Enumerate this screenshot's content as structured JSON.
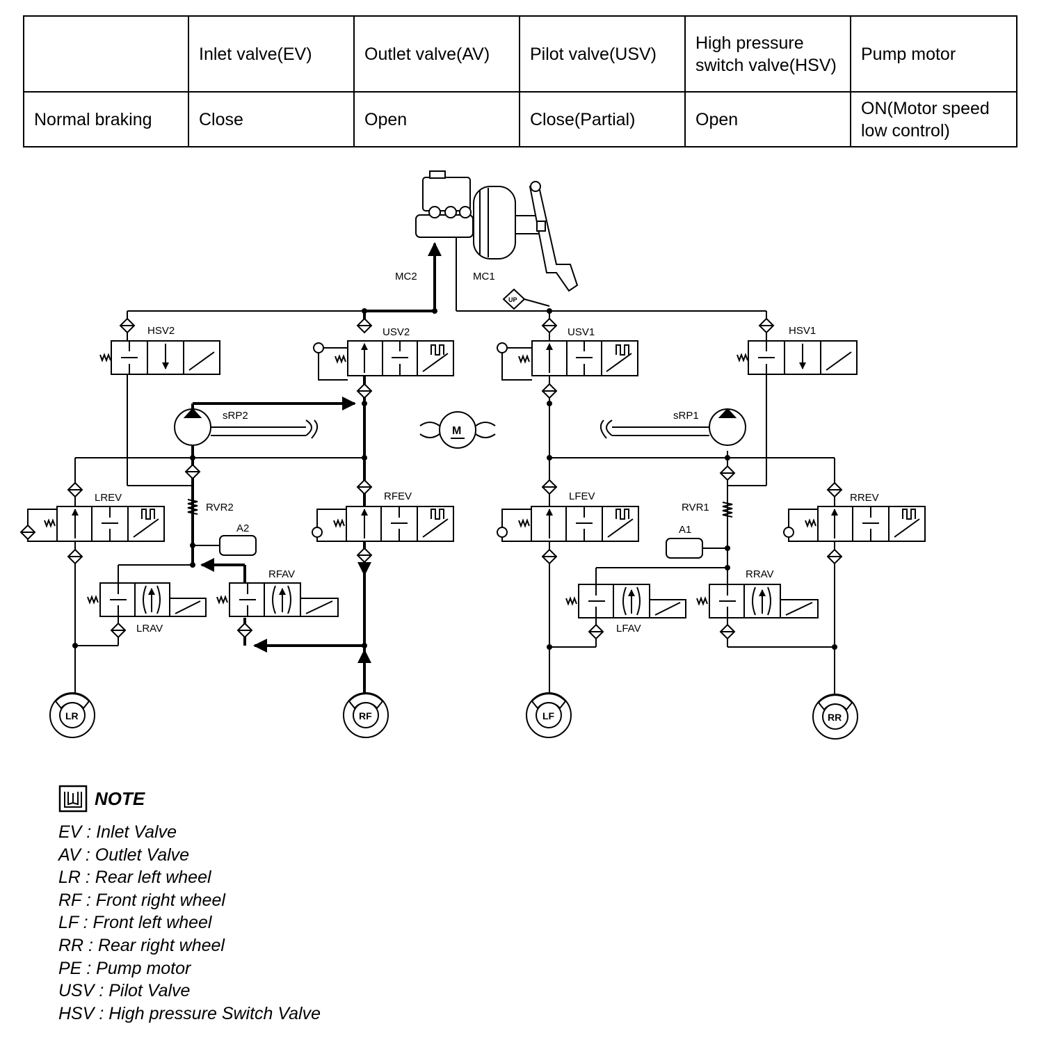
{
  "table": {
    "header": [
      "",
      "Inlet valve(EV)",
      "Outlet valve(AV)",
      "Pilot valve(USV)",
      "High pressure switch valve(HSV)",
      "Pump motor"
    ],
    "row": [
      "Normal braking",
      "Close",
      "Open",
      "Close(Partial)",
      "Open",
      "ON(Motor speed low control)"
    ]
  },
  "diagram": {
    "labels": {
      "mc2": "MC2",
      "mc1": "MC1",
      "up": "UP",
      "hsv2": "HSV2",
      "usv2": "USV2",
      "usv1": "USV1",
      "hsv1": "HSV1",
      "srp2": "sRP2",
      "srp1": "sRP1",
      "motor": "M",
      "lrev": "LREV",
      "rfev": "RFEV",
      "lfev": "LFEV",
      "rrev": "RREV",
      "rvr2": "RVR2",
      "rvr1": "RVR1",
      "a2": "A2",
      "a1": "A1",
      "lrav": "LRAV",
      "rfav": "RFAV",
      "lfav": "LFAV",
      "rrav": "RRAV",
      "wheel_lr": "LR",
      "wheel_rf": "RF",
      "wheel_lf": "LF",
      "wheel_rr": "RR"
    }
  },
  "note": {
    "title": "NOTE",
    "items": [
      "EV : Inlet Valve",
      "AV : Outlet Valve",
      "LR : Rear left wheel",
      "RF : Front right wheel",
      "LF : Front left wheel",
      "RR : Rear right wheel",
      "PE : Pump motor",
      "USV : Pilot Valve",
      "HSV : High pressure Switch Valve"
    ]
  }
}
